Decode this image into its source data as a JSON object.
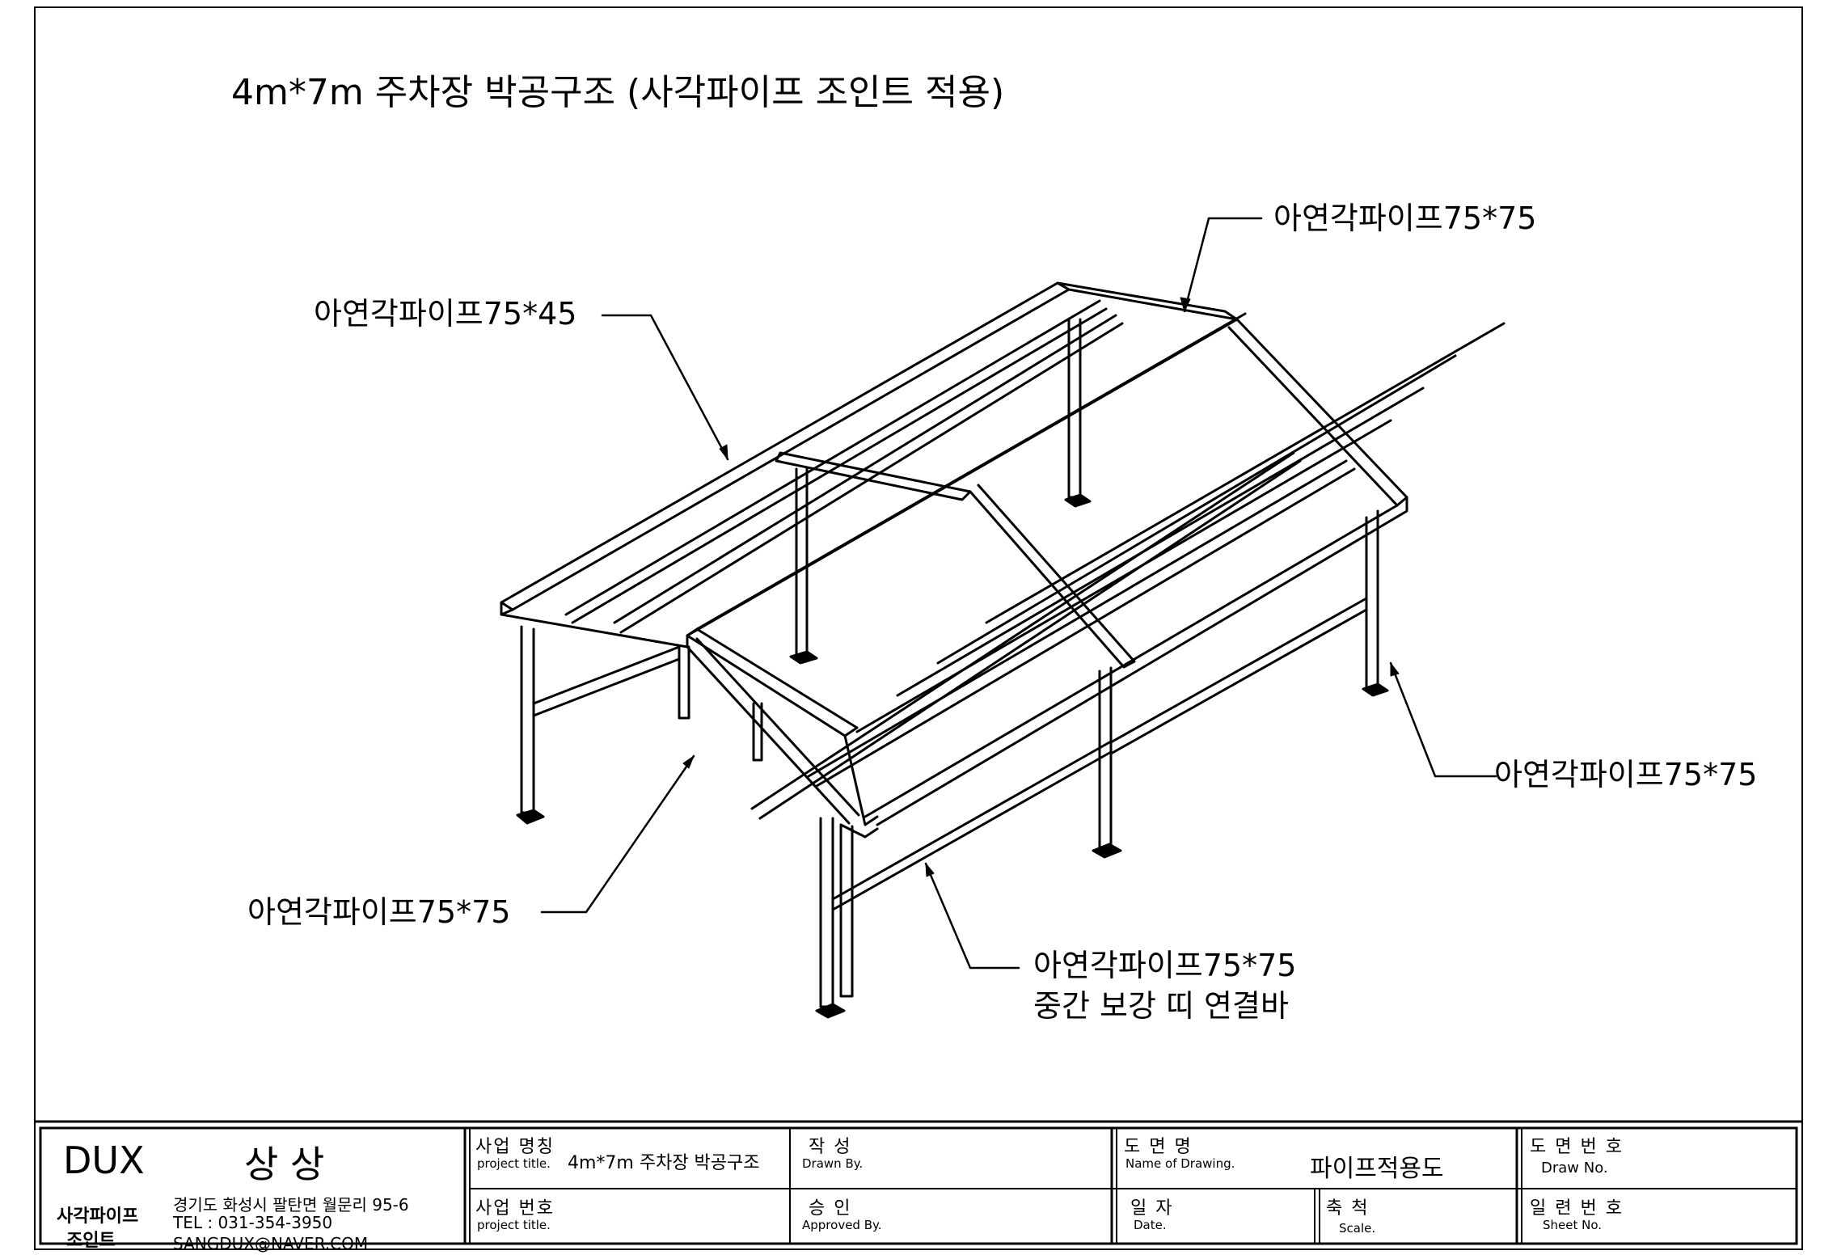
{
  "title": "4m*7m 주차장 박공구조  (사각파이프 조인트 적용)",
  "callouts": {
    "top_right": "아연각파이프75*75",
    "top_left": "아연각파이프75*45",
    "right": "아연각파이프75*75",
    "bottom_left": "아연각파이프75*75",
    "bottom_mid_line1": "아연각파이프75*75",
    "bottom_mid_line2": "중간 보강 띠 연결바"
  },
  "title_block": {
    "company": {
      "brand": "DUX",
      "name": "상 상",
      "product_line1": "사각파이프",
      "product_line2": "조인트",
      "address": "경기도 화성시 팔탄면 월문리 95-6",
      "tel": "TEL : 031-354-3950",
      "email": "SANGDUX@NAVER.COM"
    },
    "project_name_ko": "사업 명칭",
    "project_name_en": "project title.",
    "project_name_value": "4m*7m 주차장 박공구조",
    "project_no_ko": "사업 번호",
    "project_no_en": "project title.",
    "drawn_ko": "작     성",
    "drawn_en": "Drawn By.",
    "approved_ko": "승     인",
    "approved_en": "Approved By.",
    "drawing_name_ko": "도   면   명",
    "drawing_name_en": "Name of Drawing.",
    "drawing_name_value": "파이프적용도",
    "date_ko": "일   자",
    "date_en": "Date.",
    "scale_ko": "축   척",
    "scale_en": "Scale.",
    "draw_no_ko": "도 면 번 호",
    "draw_no_en": "Draw No.",
    "sheet_no_ko": "일 련 번 호",
    "sheet_no_en": "Sheet No."
  }
}
